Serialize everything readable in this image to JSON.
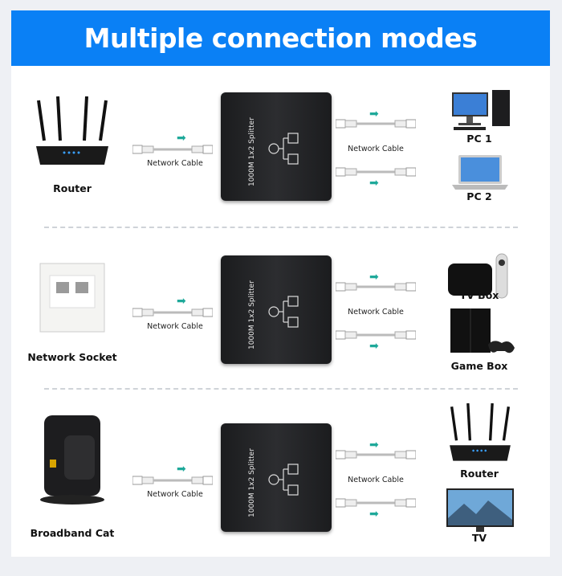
{
  "title": "Multiple connection modes",
  "accent": "#0a80f5",
  "arrow_color": "#1fa99a",
  "splitter_text": "1000M 1x2 Splitter",
  "cable_label": "Network Cable",
  "rows": [
    {
      "source": "Router",
      "outputs": [
        "PC 1",
        "PC 2"
      ]
    },
    {
      "source": "Network Socket",
      "outputs": [
        "TV Box",
        "Game Box"
      ]
    },
    {
      "source": "Broadband Cat",
      "outputs": [
        "Router",
        "TV"
      ]
    }
  ]
}
